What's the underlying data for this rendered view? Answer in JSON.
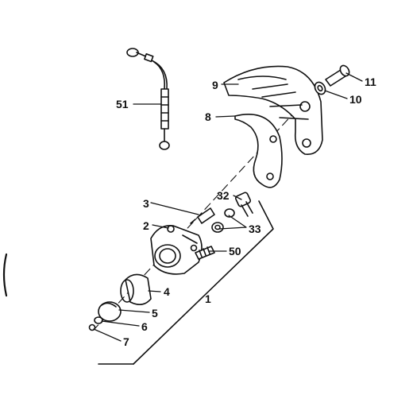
{
  "callouts": {
    "c1": "1",
    "c2": "2",
    "c3": "3",
    "c4": "4",
    "c5": "5",
    "c6": "6",
    "c7": "7",
    "c8": "8",
    "c9": "9",
    "c10": "10",
    "c11": "11",
    "c32": "32",
    "c33": "33",
    "c50": "50",
    "c51": "51"
  },
  "colors": {
    "ink": "#111111",
    "paper": "#ffffff"
  }
}
